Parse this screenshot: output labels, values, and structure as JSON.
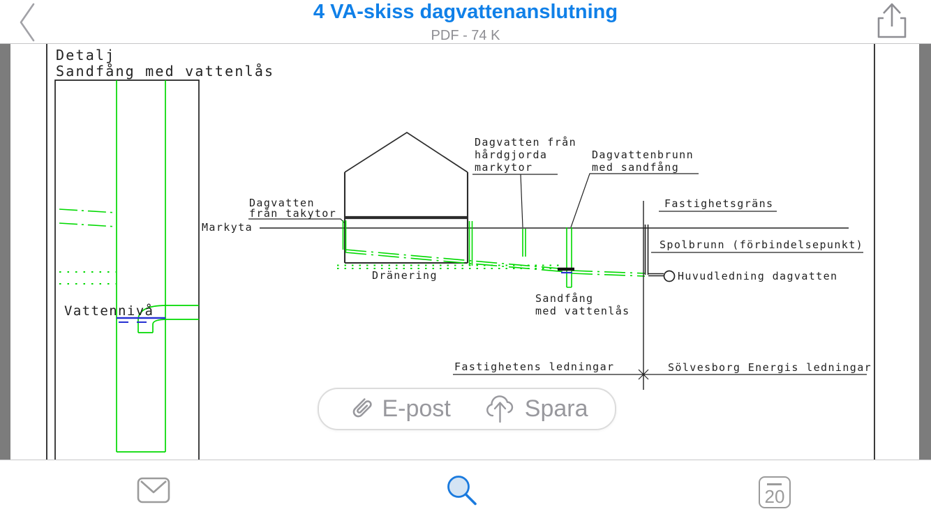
{
  "nav": {
    "title": "4 VA-skiss dagvattenanslutning",
    "subtitle": "PDF - 74 K"
  },
  "drawing": {
    "detail_title_1": "Detalj",
    "detail_title_2": "Sandfång med vattenlås",
    "labels": {
      "vattenniva": "Vattennivå",
      "takytor_1": "Dagvatten",
      "takytor_2": "från takytor",
      "markyta": "Markyta",
      "hardgjorda_1": "Dagvatten från",
      "hardgjorda_2": "hårdgjorda",
      "hardgjorda_3": "markytor",
      "brunn_1": "Dagvattenbrunn",
      "brunn_2": "med sandfång",
      "fastighetsgrans": "Fastighetsgräns",
      "spolbrunn": "Spolbrunn (förbindelsepunkt)",
      "dranering": "Dränering",
      "huvudledning": "Huvudledning dagvatten",
      "sandfang_1": "Sandfång",
      "sandfang_2": "med vattenlås",
      "fastighetens": "Fastighetens ledningar",
      "solvesborg": "Sölvesborg Energis ledningar"
    }
  },
  "actions": {
    "email": "E-post",
    "save": "Spara"
  },
  "toolbar": {
    "pages_badge": "20"
  },
  "colors": {
    "accent_blue": "#1080e8",
    "cad_green": "#00d900",
    "cad_blue": "#2630d2",
    "icon_gray": "#98989d",
    "side_strip_gray": "#7c7c7c"
  }
}
